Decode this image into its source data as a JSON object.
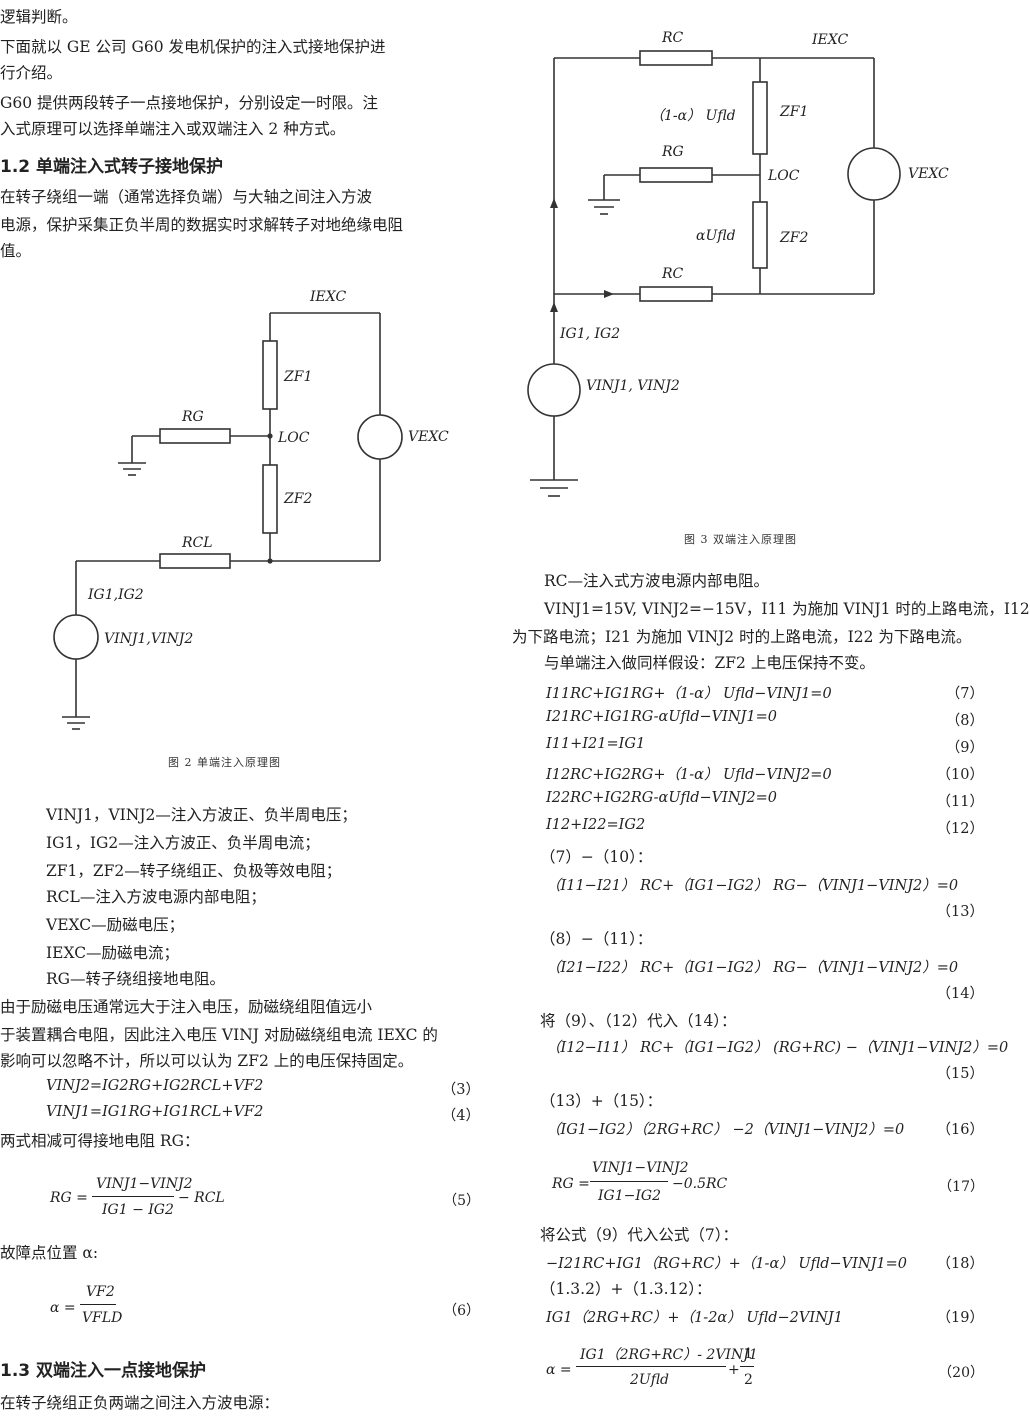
{
  "left": {
    "paragraphs": [
      "逻辑判断。",
      "    下面就以 GE 公司 G60 发电机保护的注入式接地保护进",
      "行介绍。",
      "    G60 提供两段转子一点接地保护，分别设定一时限。注",
      "入式原理可以选择单端注入或双端注入 2 种方式。"
    ],
    "heading1": "1.2 单端注入式转子接地保护",
    "para2": [
      "    在转子绕组一端（通常选择负端）与大轴之间注入方波",
      "电源，保护采集正负半周的数据实时求解转子对地绝缘电阻",
      "值。"
    ],
    "fig2_caption": "图 2 单端注入原理图",
    "fig2_labels": {
      "iexc": "IEXC",
      "zf1": "ZF1",
      "rg": "RG",
      "loc": "LOC",
      "vexc": "VEXC",
      "zf2": "ZF2",
      "rcl": "RCL",
      "ig": "IG1,IG2",
      "vinj": "VINJ1,VINJ2"
    },
    "defs": [
      "VINJ1，VINJ2—注入方波正、负半周电压；",
      "IG1，IG2—注入方波正、负半周电流；",
      "ZF1，ZF2—转子绕组正、负极等效电阻；",
      "RCL—注入方波电源内部电阻；",
      "VEXC—励磁电压；",
      "IEXC—励磁电流；",
      "RG—转子绕组接地电阻。"
    ],
    "para3": [
      "    由于励磁电压通常远大于注入电压，励磁绕组阻值远小",
      "于装置耦合电阻，因此注入电压 VINJ 对励磁绕组电流 IEXC 的",
      "影响可以忽略不计，所以可以认为 ZF2 上的电压保持固定。"
    ],
    "eq3": "VINJ2=IG2RG+IG2RCL+VF2",
    "eq3_no": "（3）",
    "eq4": "VINJ1=IG1RG+IG1RCL+VF2",
    "eq4_no": "（4）",
    "text_rg": "    两式相减可得接地电阻 RG：",
    "eq5_lhs": "RG =",
    "eq5_num": "VINJ1−VINJ2",
    "eq5_den": "IG1 − IG2",
    "eq5_tail": "− RCL",
    "eq5_no": "（5）",
    "text_alpha": "    故障点位置 α:",
    "eq6_lhs": "α =",
    "eq6_num": "VF2",
    "eq6_den": "VFLD",
    "eq6_no": "（6）",
    "heading2": "1.3 双端注入一点接地保护",
    "para_last": "    在转子绕组正负两端之间注入方波电源："
  },
  "right": {
    "fig3_caption": "图 3 双端注入原理图",
    "fig3_labels": {
      "rc_top": "RC",
      "iexc": "IEXC",
      "ufld1": "（1-α） Ufld",
      "zf1": "ZF1",
      "rg": "RG",
      "loc": "LOC",
      "vexc": "VEXC",
      "ufld2": "αUfld",
      "zf2": "ZF2",
      "rc_bot": "RC",
      "ig": "IG1, IG2",
      "vinj": "VINJ1, VINJ2"
    },
    "text1": "RC—注入式方波电源内部电阻。",
    "text2a": "VINJ1=15V, VINJ2=−15V，I11 为施加 VINJ1 时的上路电流，I12",
    "text2b": "为下路电流；I21 为施加 VINJ2 时的上路电流，I22 为下路电流。",
    "text3": "与单端注入做同样假设：ZF2 上电压保持不变。",
    "equations": [
      {
        "ex": "I11RC+IG1RG+（1-α） Ufld−VINJ1=0",
        "no": "（7）"
      },
      {
        "ex": "I21RC+IG1RG-αUfld−VINJ1=0",
        "no": "（8）"
      },
      {
        "ex": "I11+I21=IG1",
        "no": "（9）"
      },
      {
        "ex": "I12RC+IG2RG+（1-α） Ufld−VINJ2=0",
        "no": "（10）"
      },
      {
        "ex": "I22RC+IG2RG-αUfld−VINJ2=0",
        "no": "（11）"
      },
      {
        "ex": "I12+I22=IG2",
        "no": "（12）"
      }
    ],
    "s13": "（7）−（10）：",
    "eq13": "（I11−I21） RC+（IG1−IG2） RG−（VINJ1−VINJ2）=0",
    "eq13_no": "（13）",
    "s14": "（8）−（11）：",
    "eq14": "（I21−I22） RC+（IG1−IG2） RG−（VINJ1−VINJ2）=0",
    "eq14_no": "（14）",
    "s15": "将（9）、（12）代入（14）：",
    "eq15": "（I12−I11） RC+（IG1−IG2） (RG+RC) −（VINJ1−VINJ2）=0",
    "eq15_no": "（15）",
    "s16": "（13）+（15）：",
    "eq16": "（IG1−IG2）（2RG+RC） −2（VINJ1−VINJ2）=0",
    "eq16_no": "（16）",
    "eq17_lhs": "RG =",
    "eq17_num": "VINJ1−VINJ2",
    "eq17_den": "IG1−IG2",
    "eq17_tail": "−0.5RC",
    "eq17_no": "（17）",
    "s18": "将公式（9）代入公式（7）：",
    "eq18": "−I21RC+IG1（RG+RC）+（1-α） Ufld−VINJ1=0",
    "eq18_no": "（18）",
    "s19": "（1.3.2）+（1.3.12）：",
    "eq19": "IG1（2RG+RC）+（1-2α） Ufld−2VINJ1",
    "eq19_no": "（19）",
    "eq20_lhs": "α =",
    "eq20_num": "IG1（2RG+RC）- 2VINJ1",
    "eq20_den": "2Ufld",
    "eq20_tail": "+",
    "eq20_half_num": "1",
    "eq20_half_den": "2",
    "eq20_no": "（20）"
  }
}
